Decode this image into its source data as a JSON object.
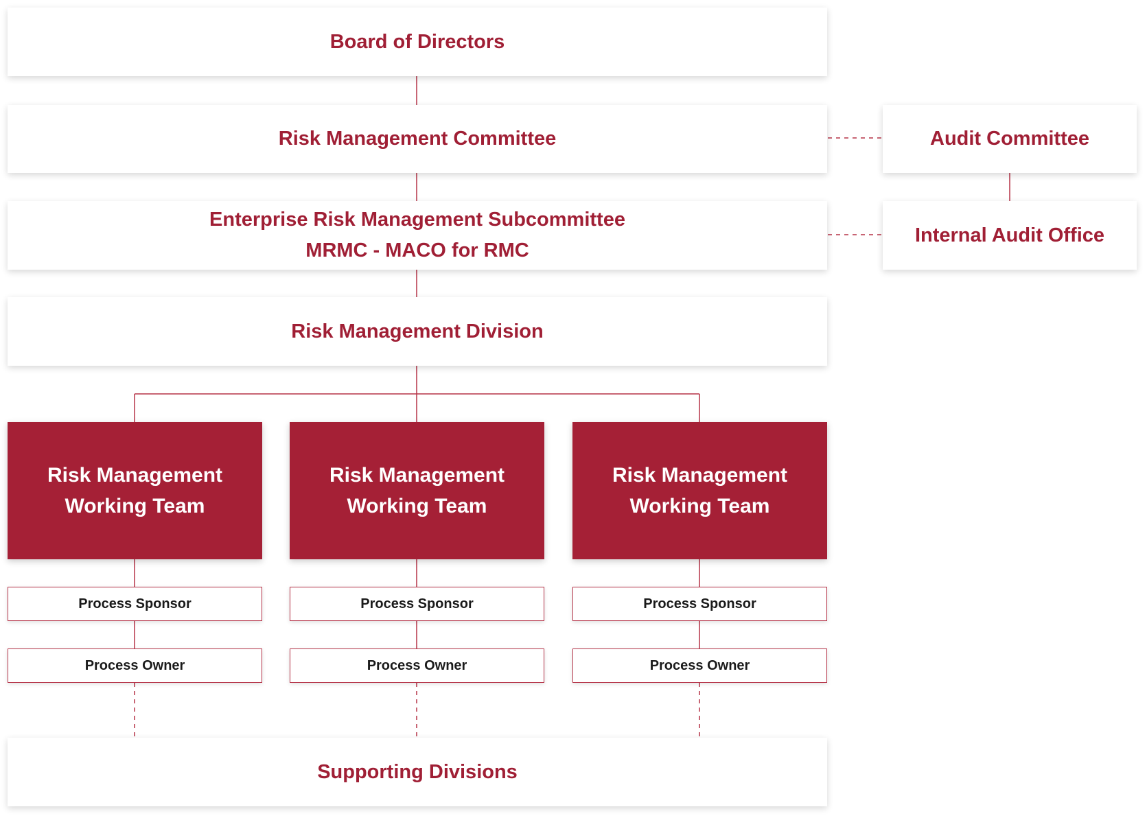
{
  "colors": {
    "accent": "#a52036",
    "text_accent": "#a01f35",
    "connector": "#b53247",
    "box_border": "#b53247"
  },
  "nodes": {
    "board": "Board of Directors",
    "rmc": "Risk Management Committee",
    "audit_committee": "Audit Committee",
    "erm_line1": "Enterprise Risk Management Subcommittee",
    "erm_line2": "MRMC - MACO for RMC",
    "internal_audit": "Internal Audit Office",
    "rmd": "Risk Management Division",
    "supporting": "Supporting Divisions"
  },
  "teams": [
    {
      "line1": "Risk Management",
      "line2": "Working Team",
      "sponsor": "Process Sponsor",
      "owner": "Process Owner"
    },
    {
      "line1": "Risk Management",
      "line2": "Working Team",
      "sponsor": "Process Sponsor",
      "owner": "Process Owner"
    },
    {
      "line1": "Risk Management",
      "line2": "Working Team",
      "sponsor": "Process Sponsor",
      "owner": "Process Owner"
    }
  ]
}
